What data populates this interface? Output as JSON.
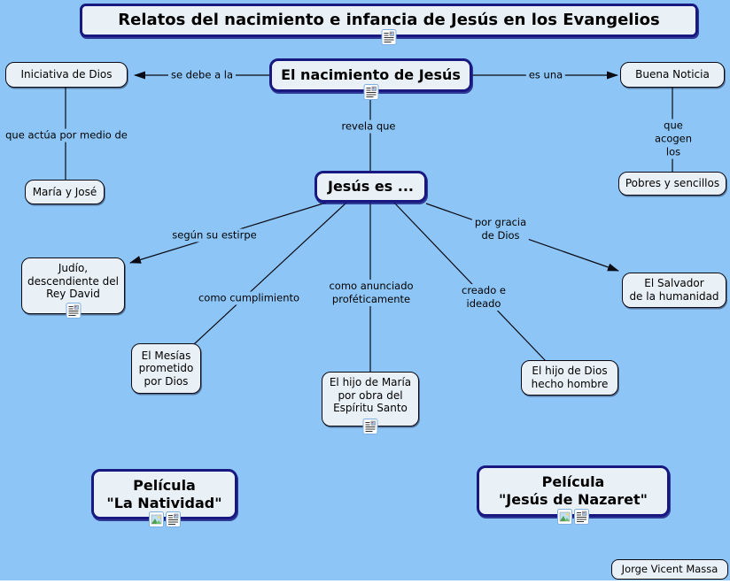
{
  "canvas": {
    "background_color": "#8dc6f6",
    "node_fill_color": "#e9f1f7",
    "accent_border_color": "#181880",
    "line_color": "#000000"
  },
  "nodes": {
    "title": {
      "label": "Relatos del nacimiento e infancia de Jesús en los Evangelios",
      "resources": [
        "resource-document-icon"
      ]
    },
    "iniciativa": {
      "label": "Iniciativa de Dios"
    },
    "nacimiento": {
      "label": "El nacimiento de Jesús",
      "resources": [
        "resource-document-icon"
      ]
    },
    "buena": {
      "label": "Buena Noticia"
    },
    "maria": {
      "label": "María y José"
    },
    "jesus": {
      "label": "Jesús es ..."
    },
    "pobres": {
      "label": "Pobres y sencillos"
    },
    "judio": {
      "label": "Judío,\ndescendiente del\nRey David",
      "resources": [
        "resource-document-icon"
      ]
    },
    "mesias": {
      "label": "El Mesías\nprometido\npor Dios"
    },
    "hijomaria": {
      "label": "El hijo de María\npor obra del\nEspíritu Santo",
      "resources": [
        "resource-document-icon"
      ]
    },
    "hijodios": {
      "label": "El hijo de Dios\nhecho hombre"
    },
    "salvador": {
      "label": "El Salvador\nde la humanidad"
    },
    "natividad": {
      "label": "Película\n\"La Natividad\"",
      "resources": [
        "resource-image-icon",
        "resource-document-icon"
      ]
    },
    "nazaret": {
      "label": "Película\n\"Jesús de Nazaret\"",
      "resources": [
        "resource-image-icon",
        "resource-document-icon"
      ]
    },
    "author": {
      "label": "Jorge Vicent Massa"
    }
  },
  "links": {
    "sedebe": {
      "label": "se debe a la"
    },
    "esuna": {
      "label": "es una"
    },
    "queactua": {
      "label": "que actúa por medio de"
    },
    "revela": {
      "label": "revela que"
    },
    "queacogen": {
      "label": "que acogen los"
    },
    "segun": {
      "label": "según su estirpe"
    },
    "cumpl": {
      "label": "como cumplimiento"
    },
    "anunc": {
      "label": "como anunciado\nproféticamente"
    },
    "creado": {
      "label": "creado e\nideado"
    },
    "gracia": {
      "label": "por gracia\nde Dios"
    }
  },
  "icons": {
    "resource-document-icon": "lined page with small picture (attached resource)",
    "resource-image-icon": "landscape picture (attached image resource)"
  }
}
